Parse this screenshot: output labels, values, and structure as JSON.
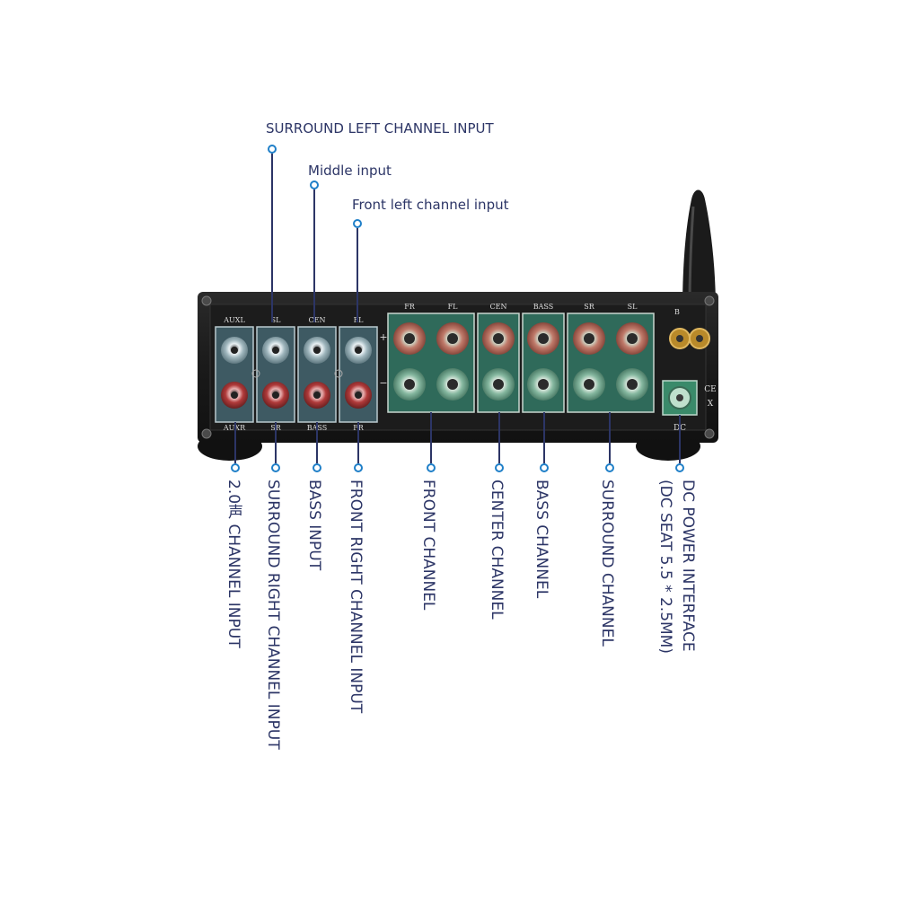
{
  "top_labels": {
    "surround_left": "SURROUND LEFT CHANNEL INPUT",
    "middle": "Middle input",
    "front_left": "Front left channel input"
  },
  "bottom_labels": {
    "two_ch": "2.0声 CHANNEL INPUT",
    "surround_right": "SURROUND RIGHT CHANNEL INPUT",
    "bass_in": "BASS INPUT",
    "front_right": "FRONT RIGHT CHANNEL INPUT",
    "front_channel": "FRONT CHANNEL",
    "center_channel": "CENTER CHANNEL",
    "bass_channel": "BASS CHANNEL",
    "surround_channel": "SURROUND CHANNEL",
    "dc_power": "DC POWER INTERFACE",
    "dc_seat": "(DC SEAT 5.5 * 2.5MM)"
  },
  "panel": {
    "input_top": [
      "AUXL",
      "SL",
      "CEN",
      "FL"
    ],
    "input_bottom": [
      "AUXR",
      "SR",
      "BASS",
      "FR"
    ],
    "output_top": [
      "FR",
      "FL",
      "CEN",
      "BASS",
      "SR",
      "SL"
    ],
    "plus": "+",
    "minus": "−",
    "bt": "B",
    "dc": "DC",
    "ce": "CE",
    "weee": "X"
  }
}
